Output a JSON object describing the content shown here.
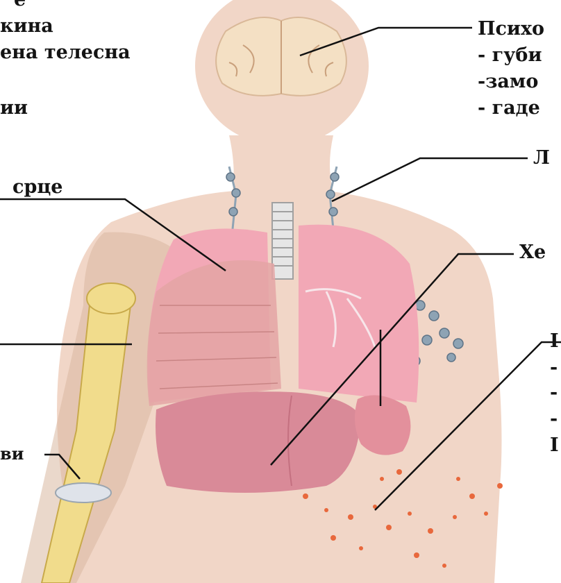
{
  "labels": {
    "top_left_1": "е",
    "top_left_2": "кина",
    "top_left_3": "ена телесна",
    "top_left_4": "ии",
    "heart": "срце",
    "bones": "ви",
    "right_1": "Психо",
    "right_2": "- губи",
    "right_3": "-замо",
    "right_4": "- гаде",
    "lymph": "Л",
    "liver": "Хе",
    "skin_1": "I",
    "skin_2": "-",
    "skin_3": "-",
    "skin_4": "-",
    "skin_5": "I"
  },
  "colors": {
    "skin": "#f1d6c7",
    "lung": "#f2a8b6",
    "muscle": "#e8a8a8",
    "liver": "#d98a98",
    "bone": "#f1dc8c",
    "lymph": "#8ea3b4",
    "rash": "#e8683c",
    "brain": "#f4e0c4"
  }
}
